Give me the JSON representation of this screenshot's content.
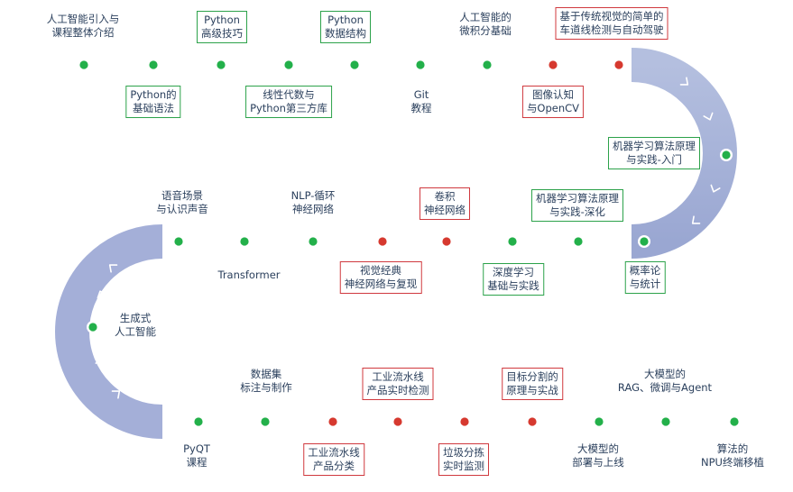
{
  "colors": {
    "road_left": "#f4f6fb",
    "road_mid": "#c9d2e8",
    "road_dark": "#8e9bc9",
    "done_dot": "#23b04a",
    "highlight_dot": "#d6392f",
    "green_border": "#2ca24a",
    "red_border": "#d0393e",
    "text": "#2a3f5c"
  },
  "stages": [
    {
      "text": "人工智能引入与\n课程整体介绍",
      "style": "n",
      "status": "done"
    },
    {
      "text": "Python的\n基础语法",
      "style": "g",
      "status": "done"
    },
    {
      "text": "Python\n高级技巧",
      "style": "g",
      "status": "done"
    },
    {
      "text": "线性代数与\nPython第三方库",
      "style": "g",
      "status": "done"
    },
    {
      "text": "Python\n数据结构",
      "style": "g",
      "status": "done"
    },
    {
      "text": "Git\n教程",
      "style": "n",
      "status": "done"
    },
    {
      "text": "人工智能的\n微积分基础",
      "style": "n",
      "status": "done"
    },
    {
      "text": "图像认知\n与OpenCV",
      "style": "r",
      "status": "highlight"
    },
    {
      "text": "基于传统视觉的简单的\n车道线检测与自动驾驶",
      "style": "r",
      "status": "highlight"
    },
    {
      "text": "机器学习算法原理\n与实践-入门",
      "style": "g",
      "status": "done"
    },
    {
      "text": "概率论\n与统计",
      "style": "g",
      "status": "done"
    },
    {
      "text": "机器学习算法原理\n与实践-深化",
      "style": "g",
      "status": "done"
    },
    {
      "text": "深度学习\n基础与实践",
      "style": "g",
      "status": "done"
    },
    {
      "text": "卷积\n神经网络",
      "style": "r",
      "status": "highlight"
    },
    {
      "text": "视觉经典\n神经网络与复现",
      "style": "r",
      "status": "highlight"
    },
    {
      "text": "NLP-循环\n神经网络",
      "style": "n",
      "status": "done"
    },
    {
      "text": "Transformer",
      "style": "n",
      "status": "done"
    },
    {
      "text": "语音场景\n与认识声音",
      "style": "n",
      "status": "done"
    },
    {
      "text": "生成式\n人工智能",
      "style": "n",
      "status": "done"
    },
    {
      "text": "PyQT\n课程",
      "style": "n",
      "status": "done"
    },
    {
      "text": "数据集\n标注与制作",
      "style": "n",
      "status": "done"
    },
    {
      "text": "工业流水线\n产品分类",
      "style": "r",
      "status": "highlight"
    },
    {
      "text": "工业流水线\n产品实时检测",
      "style": "r",
      "status": "highlight"
    },
    {
      "text": "垃圾分拣\n实时监测",
      "style": "r",
      "status": "highlight"
    },
    {
      "text": "目标分割的\n原理与实战",
      "style": "r",
      "status": "highlight"
    },
    {
      "text": "大模型的\n部署与上线",
      "style": "n",
      "status": "done"
    },
    {
      "text": "大模型的\nRAG、微调与Agent",
      "style": "n",
      "status": "done"
    },
    {
      "text": "算法的\nNPU终端移植",
      "style": "n",
      "status": "done"
    }
  ]
}
